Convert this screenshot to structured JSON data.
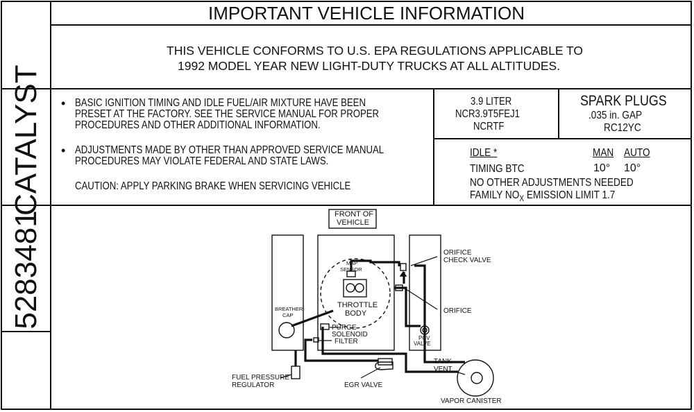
{
  "header": {
    "title": "IMPORTANT VEHICLE INFORMATION",
    "conformance_line1": "THIS VEHICLE CONFORMS TO U.S. EPA REGULATIONS APPLICABLE TO",
    "conformance_line2": "1992 MODEL YEAR NEW LIGHT-DUTY TRUCKS AT ALL ALTITUDES."
  },
  "side": {
    "catalyst": "CATALYST",
    "part_number": "5283481"
  },
  "notes": {
    "bullet1_line1": "BASIC IGNITION TIMING AND IDLE FUEL/AIR MIXTURE HAVE BEEN",
    "bullet1_line2": "PRESET AT THE FACTORY. SEE THE SERVICE MANUAL FOR PROPER",
    "bullet1_line3": "PROCEDURES AND OTHER ADDITIONAL INFORMATION.",
    "bullet2_line1": "ADJUSTMENTS MADE BY OTHER THAN APPROVED SERVICE MANUAL",
    "bullet2_line2": "PROCEDURES MAY VIOLATE FEDERAL AND STATE LAWS.",
    "caution": "CAUTION: APPLY PARKING BRAKE WHEN SERVICING VEHICLE"
  },
  "engine": {
    "displacement": "3.9 LITER",
    "family_code": "NCR3.9T5FEJ1",
    "evap_code": "NCRTF"
  },
  "spark_plugs": {
    "title": "SPARK PLUGS",
    "gap": ".035 in. GAP",
    "model": "RC12YC"
  },
  "idle": {
    "idle_label": "IDLE *",
    "man_label": "MAN",
    "auto_label": "AUTO",
    "timing_label": "TIMING BTC",
    "timing_man": "10°",
    "timing_auto": "10°",
    "no_other": "NO OTHER ADJUSTMENTS NEEDED",
    "family_nox_prefix": "FAMILY NO",
    "family_nox_sub": "X",
    "family_nox_suffix": " EMISSION LIMIT 1.7"
  },
  "diagram": {
    "front_line1": "FRONT OF",
    "front_line2": "VEHICLE",
    "map_line1": "MAP",
    "map_line2": "SENSOR",
    "throttle_line1": "THROTTLE",
    "throttle_line2": "BODY",
    "breather_line1": "BREATHER",
    "breather_line2": "CAP",
    "orifice_check_line1": "ORIFICE",
    "orifice_check_line2": "CHECK VALVE",
    "orifice": "ORIFICE",
    "purge_line1": "PURGE",
    "purge_line2": "SOLENOID",
    "filter": "FILTER",
    "pcv_line1": "PCV",
    "pcv_line2": "VALVE",
    "tank_line1": "TANK",
    "tank_line2": "VENT",
    "fuel_line1": "FUEL PRESSURE",
    "fuel_line2": "REGULATOR",
    "egr": "EGR VALVE",
    "vapor": "VAPOR CANISTER"
  }
}
